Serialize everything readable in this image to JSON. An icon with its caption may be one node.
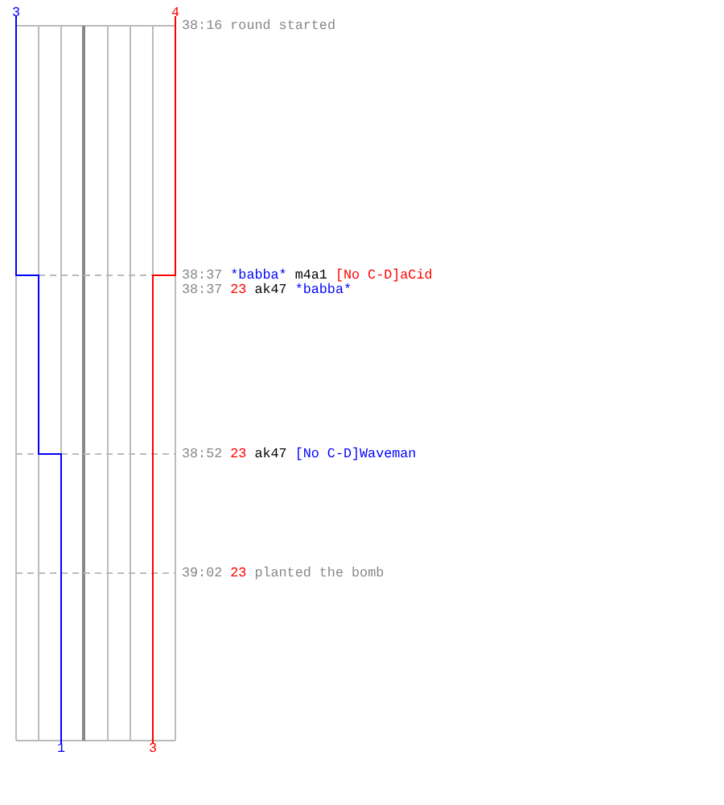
{
  "diagram": {
    "labels": [
      "3",
      "4",
      "38:16",
      "round started",
      "38:37",
      "*babba*",
      "m4a1",
      "[No C-D]aCid",
      "38:37",
      "23",
      "ak47",
      "*babba*",
      "38:52",
      "23",
      "ak47",
      "[No C-D]Waveman",
      "39:02",
      "23",
      "planted the bomb",
      "1",
      "3"
    ]
  }
}
